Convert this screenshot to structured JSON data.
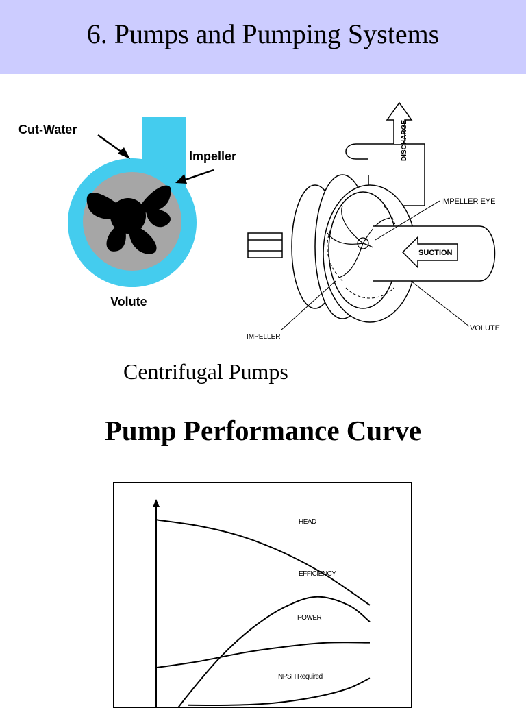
{
  "header": {
    "title": "6. Pumps and Pumping Systems"
  },
  "diagram_left": {
    "labels": {
      "cut_water": "Cut-Water",
      "impeller": "Impeller",
      "volute": "Volute"
    },
    "colors": {
      "casing": "#44ccee",
      "impeller_disc": "#a6a6a6",
      "impeller_blades": "#000000"
    }
  },
  "diagram_right": {
    "labels": {
      "discharge": "DISCHARGE",
      "impeller_eye": "IMPELLER EYE",
      "suction": "SUCTION",
      "impeller": "IMPELLER",
      "volute": "VOLUTE"
    }
  },
  "caption": "Centrifugal Pumps",
  "section_title": "Pump Performance Curve",
  "chart_data": {
    "type": "line",
    "grid": false,
    "axis_arrows": true,
    "x_domain": [
      0,
      100
    ],
    "y_domain": [
      0,
      100
    ],
    "series": [
      {
        "name": "HEAD",
        "x": [
          0,
          20,
          40,
          60,
          80,
          100
        ],
        "y": [
          94,
          91,
          86,
          78,
          67,
          53
        ]
      },
      {
        "name": "EFFICIENCY",
        "x": [
          0,
          15,
          30,
          45,
          60,
          75,
          90,
          100
        ],
        "y": [
          -10,
          10,
          28,
          42,
          52,
          57,
          53,
          45
        ]
      },
      {
        "name": "POWER",
        "x": [
          0,
          20,
          40,
          60,
          80,
          100
        ],
        "y": [
          23,
          26,
          30,
          33,
          35,
          35
        ]
      },
      {
        "name": "NPSH Required",
        "x": [
          15,
          35,
          55,
          75,
          90,
          100
        ],
        "y": [
          5,
          5,
          6,
          9,
          13,
          18
        ]
      }
    ]
  }
}
